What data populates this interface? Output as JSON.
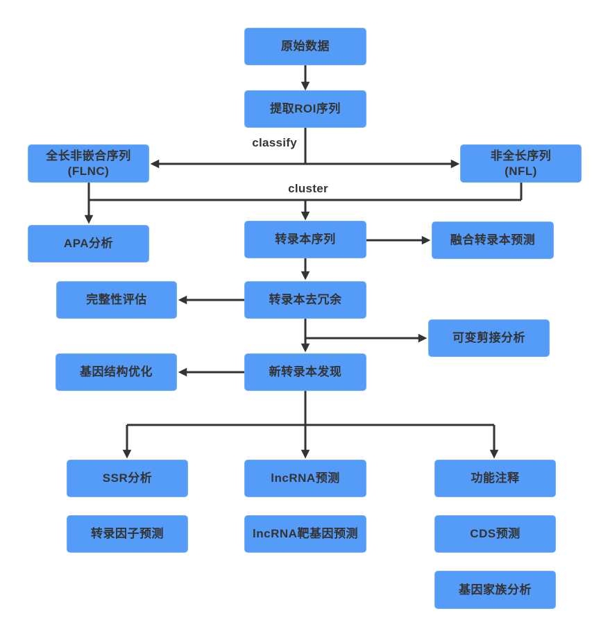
{
  "colors": {
    "background": "#ffffff",
    "node_fill": "#549CF8",
    "node_border": "#6FAEFB",
    "node_text": "#333333",
    "arrow": "#333333"
  },
  "edge_labels": {
    "classify": "classify",
    "cluster": "cluster"
  },
  "nodes": [
    {
      "id": "raw-data",
      "label": "原始数据"
    },
    {
      "id": "extract-roi",
      "label": "提取ROI序列"
    },
    {
      "id": "flnc",
      "line1": "全长非嵌合序列",
      "line2": "(FLNC)"
    },
    {
      "id": "nfl",
      "line1": "非全长序列",
      "line2": "(NFL)"
    },
    {
      "id": "apa",
      "label": "APA分析"
    },
    {
      "id": "transcript-seq",
      "label": "转录本序列"
    },
    {
      "id": "fusion-pred",
      "label": "融合转录本预测"
    },
    {
      "id": "integrity",
      "label": "完整性评估"
    },
    {
      "id": "dedup",
      "label": "转录本去冗余"
    },
    {
      "id": "alt-splicing",
      "label": "可变剪接分析"
    },
    {
      "id": "gene-structure",
      "label": "基因结构优化"
    },
    {
      "id": "novel-transcript",
      "label": "新转录本发现"
    },
    {
      "id": "ssr",
      "label": "SSR分析"
    },
    {
      "id": "lncrna-pred",
      "label": "lncRNA预测"
    },
    {
      "id": "func-annot",
      "label": "功能注释"
    },
    {
      "id": "tf-pred",
      "label": "转录因子预测"
    },
    {
      "id": "lncrna-target",
      "label": "lncRNA靶基因预测"
    },
    {
      "id": "cds-pred",
      "label": "CDS预测"
    },
    {
      "id": "gene-family",
      "label": "基因家族分析"
    }
  ]
}
